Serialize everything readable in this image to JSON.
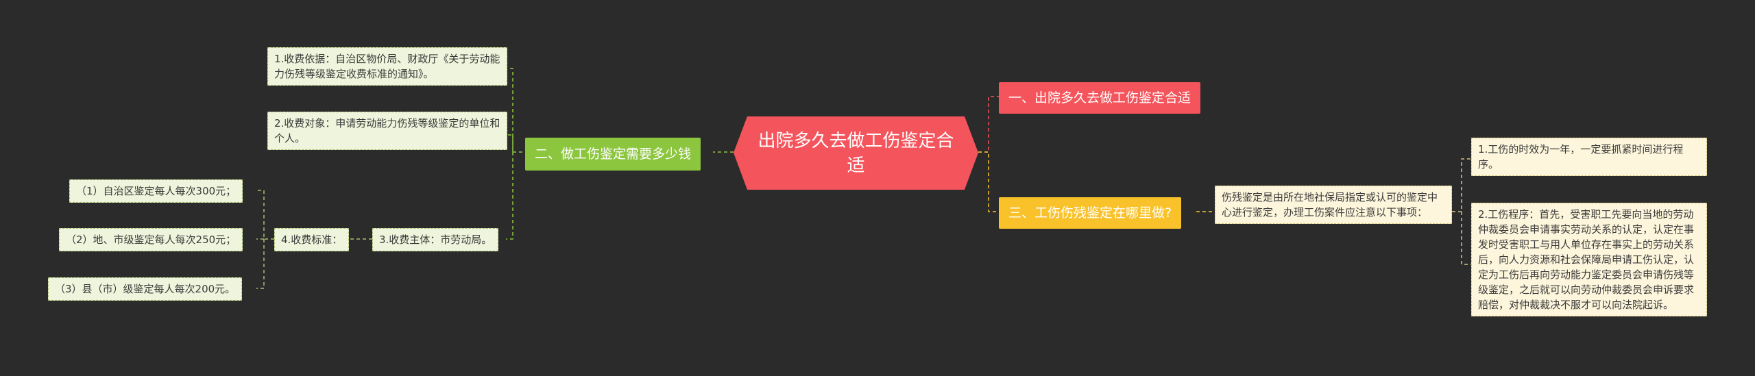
{
  "root": "出院多久去做工伤鉴定合适",
  "left": {
    "branch": "二、做工伤鉴定需要多少钱",
    "fee_basis": "1.收费依据：自治区物价局、财政厅《关于劳动能力伤残等级鉴定收费标准的通知》。",
    "fee_target": "2.收费对象：申请劳动能力伤残等级鉴定的单位和个人。",
    "fee_subject": "3.收费主体：市劳动局。",
    "fee_standard": "4.收费标准：",
    "standards": [
      "（1）自治区鉴定每人每次300元；",
      "（2）地、市级鉴定每人每次250元；",
      "（3）县（市）级鉴定每人每次200元。"
    ]
  },
  "right": {
    "branch1": "一、出院多久去做工伤鉴定合适",
    "branch3": "三、工伤伤残鉴定在哪里做?",
    "where_text": "伤残鉴定是由所在地社保局指定或认可的鉴定中心进行鉴定，办理工伤案件应注意以下事项：",
    "point1": "1.工伤的时效为一年，一定要抓紧时间进行程序。",
    "point2": "2.工伤程序：首先，受害职工先要向当地的劳动仲裁委员会申请事实劳动关系的认定，认定在事发时受害职工与用人单位存在事实上的劳动关系后，向人力资源和社会保障局申请工伤认定，认定为工伤后再向劳动能力鉴定委员会申请伤残等级鉴定，之后就可以向劳动仲裁委员会申诉要求赔偿，对仲裁裁决不服才可以向法院起诉。"
  }
}
